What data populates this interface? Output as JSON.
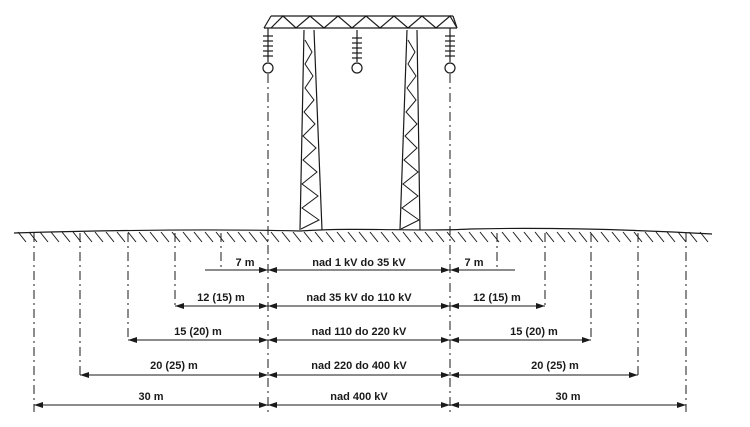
{
  "zones": [
    {
      "voltage": "nad 1 kV do 35 kV",
      "side": "7 m"
    },
    {
      "voltage": "nad 35 kV do 110 kV",
      "side": "12 (15) m"
    },
    {
      "voltage": "nad 110 do 220 kV",
      "side": "15 (20) m"
    },
    {
      "voltage": "nad 220 do 400 kV",
      "side": "20 (25) m"
    },
    {
      "voltage": "nad 400 kV",
      "side": "30 m"
    }
  ]
}
